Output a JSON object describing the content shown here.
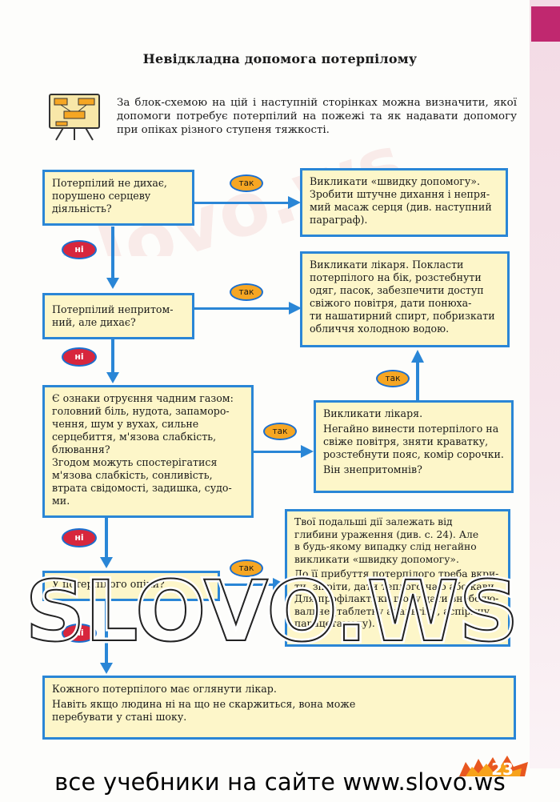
{
  "page": {
    "title": "Невідкладна допомога потерпілому",
    "intro": "За блок-схемою на цій і наступній сторінках можна визначити, якої допомоги потребує потерпілий на пожежі та як надавати допомогу при опіках різного ступеня тяжкості.",
    "page_number": "23",
    "footer": "все учебники на сайте www.slovo.ws",
    "watermark": "SLOVO.WS",
    "diagonal_watermark": "slovo.ws"
  },
  "labels": {
    "yes": "так",
    "no": "ні"
  },
  "colors": {
    "box_fill": "#fdf6c9",
    "box_border": "#2a86d6",
    "arrow": "#2a86d6",
    "yes_tag": "#f6a623",
    "no_tag": "#d7263d",
    "side_tab": "#c0286f"
  },
  "flow": {
    "q1": [
      "Потерпілий не дихає,",
      "порушено серцеву",
      "діяльність?"
    ],
    "a1": [
      "Викликати «швидку допомогу».",
      "Зробити штучне дихання і непря-",
      "мий масаж серця (див. наступний",
      "параграф)."
    ],
    "q2": [
      "Потерпілий непритом-",
      "ний, але дихає?"
    ],
    "a2": [
      "Викликати лікаря. Покласти",
      "потерпілого на бік, розстебнути",
      "одяг, пасок, забезпечити доступ",
      "свіжого повітря, дати понюха-",
      "ти нашатирний спирт, побризкати",
      "обличчя холодною водою."
    ],
    "q3": [
      "Є ознаки отруєння чадним газом:",
      "головний біль, нудота, запаморо-",
      "чення, шум у вухах, сильне",
      "серцебиття, м'язова слабкість,",
      "блювання?",
      "Згодом можуть спостерігатися",
      "м'язова слабкість, сонливість,",
      "втрата свідомості, задишка, судо-",
      "ми."
    ],
    "a3": {
      "line1": "Викликати лікаря.",
      "line2": [
        "Негайно винести потерпілого на",
        "свіже повітря, зняти краватку,",
        "розстебнути пояс, комір сорочки."
      ],
      "line3": "Він знепритомнів?"
    },
    "q4": "У потерпілого опіки?",
    "a4": {
      "part1": [
        "Твої подальші дії залежать від",
        "глибини ураження (див. с. 24). Але",
        "в будь-якому випадку слід негайно",
        "викликати «швидку допомогу»."
      ],
      "part2": [
        "До її прибуття потерпілого треба вкри-",
        "ти, зігріти, дати теплого чаю або кави.",
        "Для профілактики шоку дати знеболю-",
        "вальне (таблетку анальгіну, аспірину",
        "парацетамолу)."
      ]
    },
    "final": {
      "line1": "Кожного потерпілого має оглянути лікар.",
      "line2": [
        "Навіть якщо людина ні на що не скаржиться, вона може",
        "перебувати у стані шоку."
      ]
    }
  }
}
